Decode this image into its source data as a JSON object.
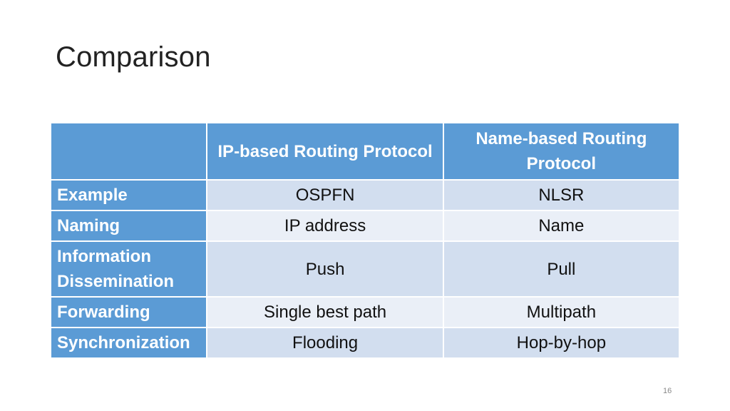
{
  "slide": {
    "title": "Comparison",
    "page_number": "16"
  },
  "table": {
    "columns": [
      "",
      "IP-based Routing Protocol",
      "Name-based Routing Protocol"
    ],
    "rows": [
      {
        "label": "Example",
        "ip": "OSPFN",
        "name": "NLSR"
      },
      {
        "label": "Naming",
        "ip": "IP address",
        "name": "Name"
      },
      {
        "label": "Information Dissemination",
        "ip": "Push",
        "name": "Pull"
      },
      {
        "label": "Forwarding",
        "ip": "Single best path",
        "name": "Multipath"
      },
      {
        "label": "Synchronization",
        "ip": "Flooding",
        "name": "Hop-by-hop"
      }
    ]
  },
  "colors": {
    "header": "#5b9bd5",
    "band_dark": "#d2deef",
    "band_light": "#eaeff7"
  }
}
